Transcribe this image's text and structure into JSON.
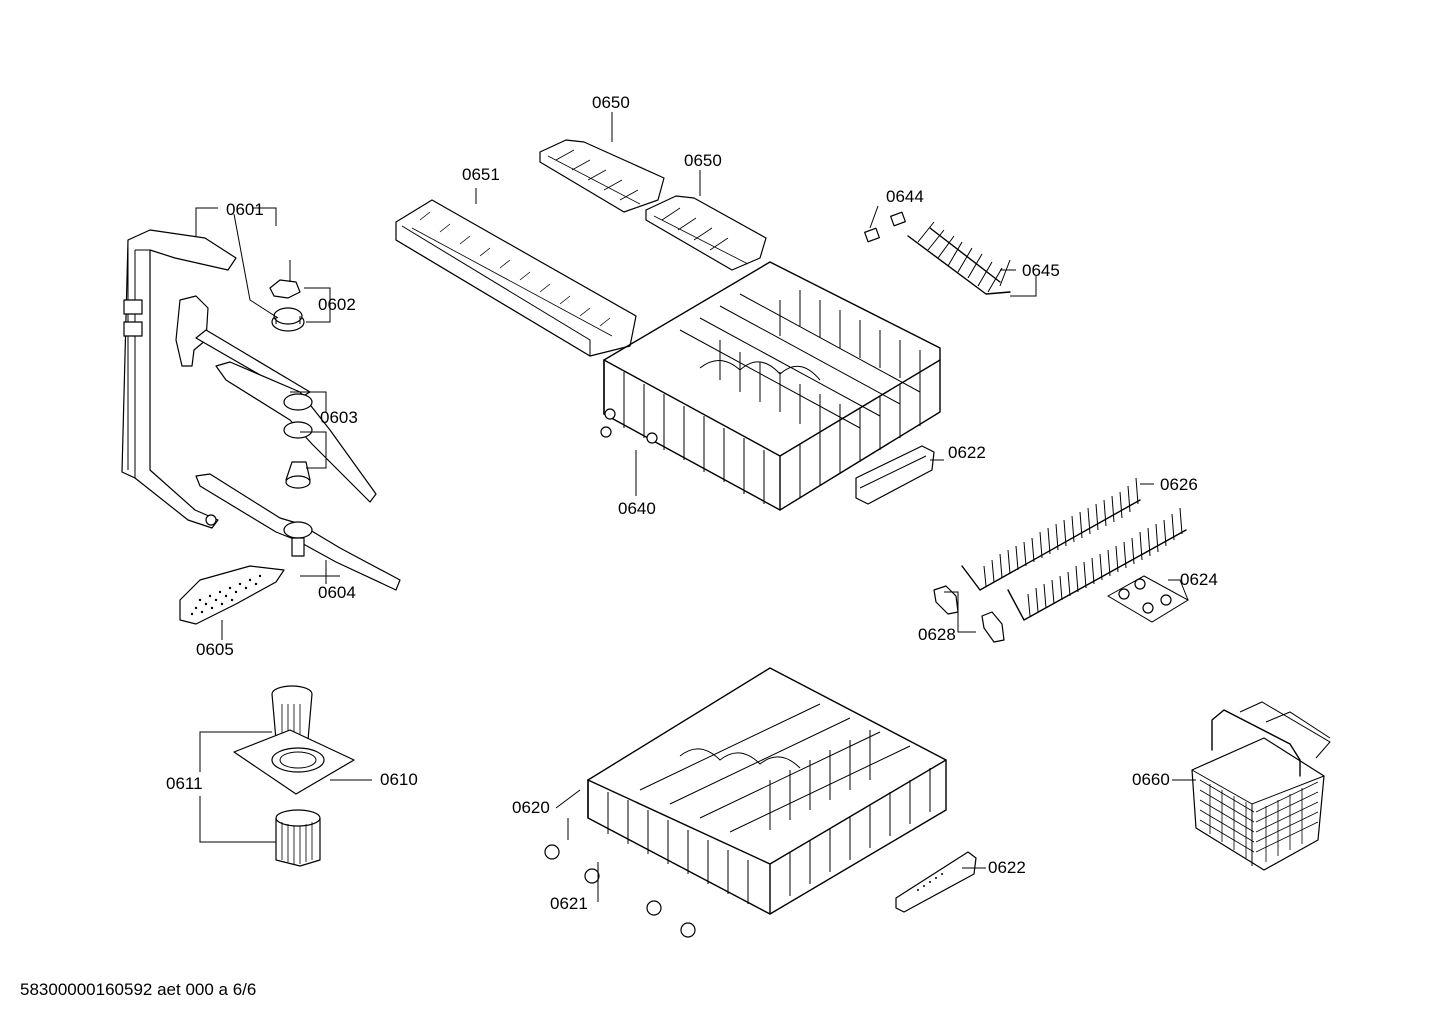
{
  "document_code": "58300000160592 aet 000 a 6/6",
  "callouts": {
    "c0601": "0601",
    "c0602": "0602",
    "c0603": "0603",
    "c0604": "0604",
    "c0605": "0605",
    "c0611": "0611",
    "c0610": "0610",
    "c0651": "0651",
    "c0650a": "0650",
    "c0650b": "0650",
    "c0644": "0644",
    "c0645": "0645",
    "c0640": "0640",
    "c0622a": "0622",
    "c0626": "0626",
    "c0624": "0624",
    "c0628": "0628",
    "c0620": "0620",
    "c0621": "0621",
    "c0622b": "0622",
    "c0660": "0660"
  }
}
